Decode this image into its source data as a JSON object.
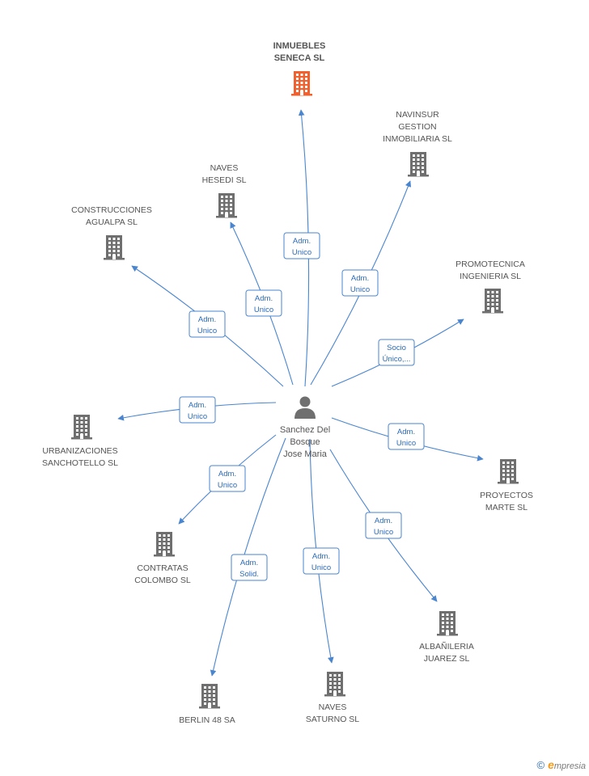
{
  "colors": {
    "edge": "#4a86d0",
    "company": "#6f6f6f",
    "highlight": "#f2602e",
    "person": "#6f6f6f"
  },
  "person": {
    "lines": [
      "Sanchez Del",
      "Bosque",
      "Jose Maria"
    ],
    "icon": "person-icon"
  },
  "nodes": [
    {
      "id": "inmuebles",
      "lines": [
        "INMUEBLES",
        "SENECA SL"
      ],
      "highlight": true
    },
    {
      "id": "navinsur",
      "lines": [
        "NAVINSUR",
        "GESTION",
        "INMOBILIARIA SL"
      ]
    },
    {
      "id": "naves-hesedi",
      "lines": [
        "NAVES",
        "HESEDI SL"
      ]
    },
    {
      "id": "construcciones",
      "lines": [
        "CONSTRUCCIONES",
        "AGUALPA SL"
      ]
    },
    {
      "id": "promotecnica",
      "lines": [
        "PROMOTECNICA",
        "INGENIERIA SL"
      ]
    },
    {
      "id": "urbanizaciones",
      "lines": [
        "URBANIZACIONES",
        "SANCHOTELLO SL"
      ]
    },
    {
      "id": "proyectos",
      "lines": [
        "PROYECTOS",
        "MARTE SL"
      ]
    },
    {
      "id": "contratas",
      "lines": [
        "CONTRATAS",
        "COLOMBO SL"
      ]
    },
    {
      "id": "albanileria",
      "lines": [
        "ALBAÑILERIA",
        "JUAREZ SL"
      ]
    },
    {
      "id": "berlin",
      "lines": [
        "BERLIN 48 SA"
      ]
    },
    {
      "id": "naves-saturno",
      "lines": [
        "NAVES",
        "SATURNO SL"
      ]
    }
  ],
  "edges": [
    {
      "to": "inmuebles",
      "label": [
        "Adm.",
        "Unico"
      ]
    },
    {
      "to": "navinsur",
      "label": [
        "Adm.",
        "Unico"
      ]
    },
    {
      "to": "naves-hesedi",
      "label": [
        "Adm.",
        "Unico"
      ]
    },
    {
      "to": "construcciones",
      "label": [
        "Adm.",
        "Unico"
      ]
    },
    {
      "to": "promotecnica",
      "label": [
        "Socio",
        "Único,..."
      ]
    },
    {
      "to": "urbanizaciones",
      "label": [
        "Adm.",
        "Unico"
      ]
    },
    {
      "to": "proyectos",
      "label": [
        "Adm.",
        "Unico"
      ]
    },
    {
      "to": "contratas",
      "label": [
        "Adm.",
        "Unico"
      ]
    },
    {
      "to": "albanileria",
      "label": [
        "Adm.",
        "Unico"
      ]
    },
    {
      "to": "berlin",
      "label": [
        "Adm.",
        "Solid."
      ]
    },
    {
      "to": "naves-saturno",
      "label": [
        "Adm.",
        "Unico"
      ]
    }
  ],
  "brand": {
    "copyright": "©",
    "initial": "e",
    "rest": "mpresia"
  }
}
